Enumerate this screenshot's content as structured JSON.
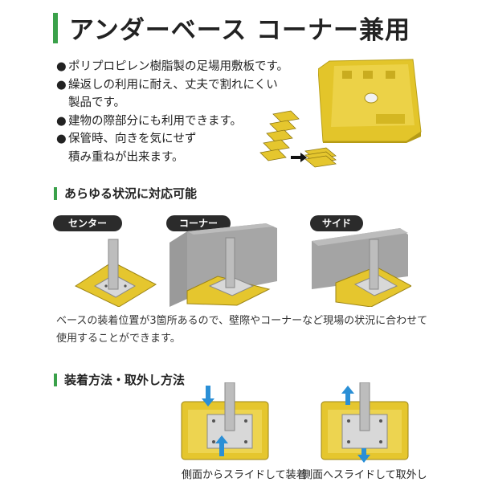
{
  "title": "アンダーベース コーナー兼用",
  "bullets": [
    {
      "line1": "ポリプロピレン樹脂製の足場用敷板です。",
      "line2": ""
    },
    {
      "line1": "繰返しの利用に耐え、丈夫で割れにくい",
      "line2": "製品です。"
    },
    {
      "line1": "建物の際部分にも利用できます。",
      "line2": ""
    },
    {
      "line1": "保管時、向きを気にせず",
      "line2": "積み重ねが出来ます。"
    }
  ],
  "bullet_mark": "●",
  "section1": {
    "title": "あらゆる状況に対応可能",
    "tags": [
      "センター",
      "コーナー",
      "サイド"
    ],
    "description": "ベースの装着位置が3箇所あるので、壁際やコーナーなど現場の状況に合わせて使用することができます。"
  },
  "section2": {
    "title": "装着方法・取外し方法",
    "captions": [
      "側面からスライドして装着",
      "側面へスライドして取外し"
    ]
  },
  "colors": {
    "accent": "#3aa14a",
    "plate": "#e5c62e",
    "arrow": "#2a8fd6",
    "wall": "#9a9a9a"
  }
}
